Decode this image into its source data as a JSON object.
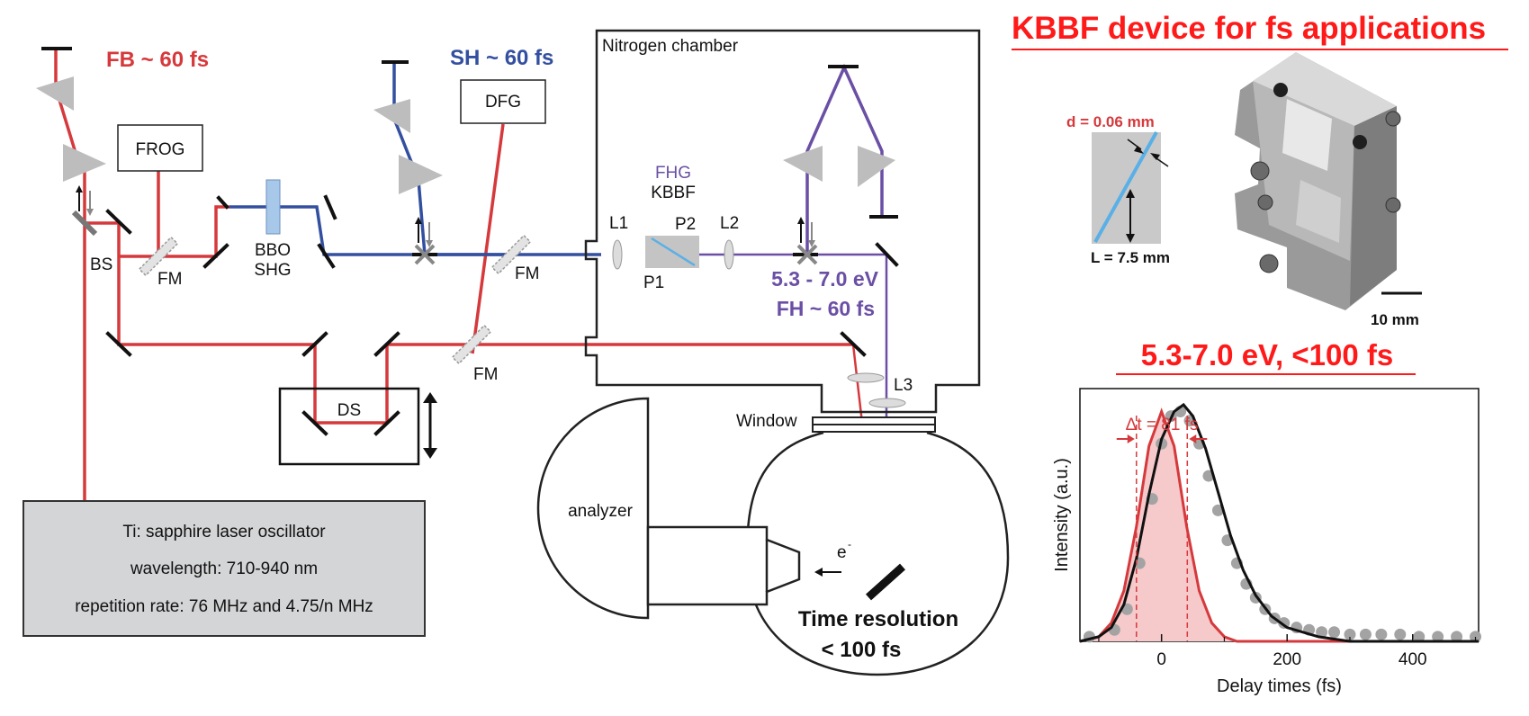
{
  "colors": {
    "fb_beam": "#d6393c",
    "sh_beam": "#3350a0",
    "fh_beam": "#6a4fa5",
    "headline": "#ff1a1a",
    "prism": "#bdbdbd",
    "crystal_blue": "#5ab0e6",
    "oscillator_box": "#d4d5d7",
    "fit_fill": "#f6c9cb",
    "data_points": "#a3a3a3"
  },
  "labels": {
    "fb": "FB ~ 60 fs",
    "sh": "SH ~ 60 fs",
    "frog": "FROG",
    "dfg": "DFG",
    "bs": "BS",
    "fm": "FM",
    "bbo": "BBO",
    "shg": "SHG",
    "fhg": "FHG",
    "kbbf": "KBBF",
    "l1": "L1",
    "l2": "L2",
    "l3": "L3",
    "p1": "P1",
    "p2": "P2",
    "nitrogen_chamber": "Nitrogen chamber",
    "fh_energy": "5.3 - 7.0 eV",
    "fh_duration": "FH ~ 60 fs",
    "ds": "DS",
    "window": "Window",
    "analyzer": "analyzer",
    "electron": "e",
    "electron_sup": "-",
    "time_res_1": "Time resolution",
    "time_res_2": "< 100 fs"
  },
  "oscillator": {
    "line1": "Ti: sapphire laser oscillator",
    "line2": "wavelength: 710-940 nm",
    "line3": "repetition rate: 76 MHz and 4.75/n MHz"
  },
  "device": {
    "title": "KBBF device for fs applications",
    "thickness": "d = 0.06 mm",
    "length": "L = 7.5 mm",
    "scale": "10 mm"
  },
  "chart_title": "5.3-7.0 eV, <100 fs",
  "chart_data": {
    "type": "line",
    "xlabel": "Delay times (fs)",
    "ylabel": "Intensity (a.u.)",
    "xlim": [
      -130,
      505
    ],
    "ylim": [
      0,
      1.1
    ],
    "xticks": [
      0,
      200,
      400
    ],
    "annotation": "Δt = 81 fs",
    "fwhm_markers_x": [
      -40,
      41
    ],
    "series": [
      {
        "style": "filled-curve",
        "x": [
          -130,
          -100,
          -80,
          -60,
          -40,
          -20,
          0,
          20,
          40,
          60,
          80,
          100,
          120,
          140,
          160,
          180,
          200,
          300,
          400,
          505
        ],
        "y": [
          0.0,
          0.02,
          0.08,
          0.22,
          0.5,
          0.85,
          1.0,
          0.85,
          0.5,
          0.22,
          0.08,
          0.02,
          0.0,
          0.0,
          0.0,
          0.0,
          0.0,
          0.0,
          0.0,
          0.0
        ]
      },
      {
        "style": "line",
        "x": [
          -130,
          -100,
          -80,
          -60,
          -40,
          -20,
          0,
          20,
          35,
          50,
          70,
          90,
          110,
          130,
          150,
          175,
          200,
          250,
          300,
          400,
          505
        ],
        "y": [
          0.0,
          0.02,
          0.06,
          0.16,
          0.36,
          0.64,
          0.88,
          1.0,
          1.03,
          0.98,
          0.84,
          0.65,
          0.46,
          0.31,
          0.2,
          0.11,
          0.06,
          0.02,
          0.0,
          0.0,
          0.0
        ]
      },
      {
        "style": "points",
        "x": [
          -115,
          -75,
          -55,
          -35,
          -15,
          0,
          15,
          30,
          45,
          60,
          75,
          90,
          105,
          120,
          135,
          150,
          165,
          180,
          195,
          215,
          235,
          255,
          275,
          300,
          325,
          350,
          380,
          410,
          440,
          470,
          500
        ],
        "y": [
          0.02,
          0.05,
          0.14,
          0.34,
          0.62,
          0.86,
          0.98,
          1.0,
          0.96,
          0.86,
          0.72,
          0.57,
          0.44,
          0.34,
          0.25,
          0.19,
          0.14,
          0.1,
          0.08,
          0.06,
          0.05,
          0.04,
          0.04,
          0.03,
          0.03,
          0.03,
          0.03,
          0.02,
          0.02,
          0.02,
          0.02
        ]
      }
    ]
  }
}
